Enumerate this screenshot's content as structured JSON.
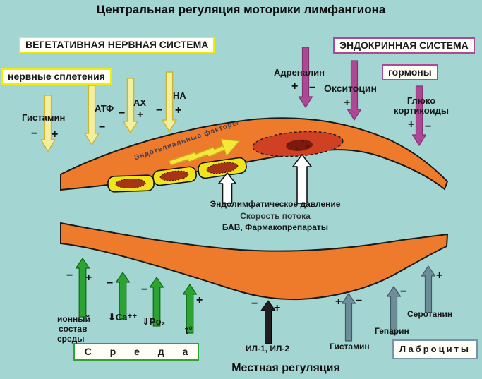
{
  "title": "Центральная регуляция моторики лимфангиона",
  "footer": "Местная регуляция",
  "signs": {
    "plus": "+",
    "minus": "−"
  },
  "vns": {
    "system_box": "ВЕГЕТАТИВНАЯ НЕРВНАЯ СИСТЕМА",
    "plexus_box": "нервные сплетения",
    "histamine": "Гистамин",
    "atp": "АТФ",
    "ach": "АХ",
    "noradrenaline": "НА"
  },
  "endocrine": {
    "system_box": "ЭНДОКРИННАЯ СИСТЕМА",
    "hormones_box": "гормоны",
    "adrenaline": "Адреналин",
    "oxytocin": "Окситоцин",
    "gluco_line1": "Глюко",
    "gluco_line2": "кортикоиды"
  },
  "vessel": {
    "endothelial_factors": "Эндотелиальные факторы",
    "pressure": "Эндолимфатическое давление",
    "flow_speed": "Скорость потока",
    "bav": "БАВ, Фармакопрепараты"
  },
  "environment": {
    "ionic_line1": "ионный",
    "ionic_line2": "состав",
    "ionic_line3": "среды",
    "calcium": "⇓Ca⁺⁺",
    "po2": "⇓Po₂",
    "temperature": "t°",
    "sreda_box": "С р е д а"
  },
  "local": {
    "interleukins": "ИЛ-1, ИЛ-2",
    "histamine": "Гистамин",
    "heparin": "Гепарин",
    "serotonin": "Серотанин",
    "labrocytes_box": "Лаброциты"
  },
  "colors": {
    "background": "#a3d6d2",
    "vessel_orange": "#ee7a2c",
    "outline": "#1a1a1a",
    "cell_yellow": "#f0e41c",
    "nucleus_red": "#a63418",
    "lens_red": "#d04124",
    "lens_core": "#7c1a10",
    "bolt_yellow": "#f4e838",
    "arrow_yellow": "#f4ef9e",
    "arrow_yellow_stroke": "#c9b530",
    "arrow_magenta": "#ae4794",
    "arrow_magenta_stroke": "#843472",
    "arrow_green": "#2ca333",
    "arrow_green_stroke": "#0e6b16",
    "arrow_slate": "#6d8d98",
    "arrow_slate_stroke": "#3f5a63",
    "arrow_black": "#1f1f1f",
    "arrow_white": "#ffffff",
    "box_yellow_border": "#f2ee00",
    "box_magenta_border": "#b04898",
    "box_green_border": "#2ca333",
    "box_slate_border": "#7a93a8",
    "endothelial_text": "#3d3d55"
  }
}
